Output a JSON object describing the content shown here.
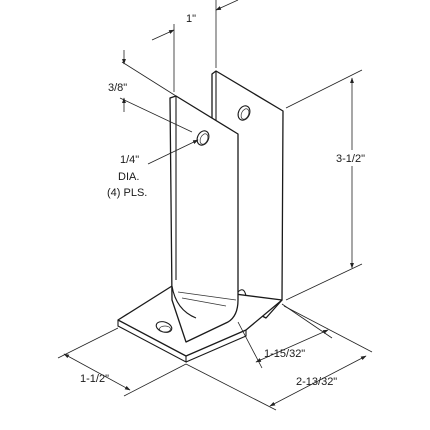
{
  "dimensions": {
    "top_width": "1\"",
    "hole_offset": "3/8\"",
    "hole_note_line1": "1/4\"",
    "hole_note_line2": "DIA.",
    "hole_note_line3": "(4) PLS.",
    "height": "3-1/2\"",
    "base_inner": "1-15/32\"",
    "base_outer": "2-13/32\"",
    "base_depth": "1-1/2\""
  },
  "colors": {
    "line": "#1a1a1a",
    "background": "#ffffff"
  }
}
